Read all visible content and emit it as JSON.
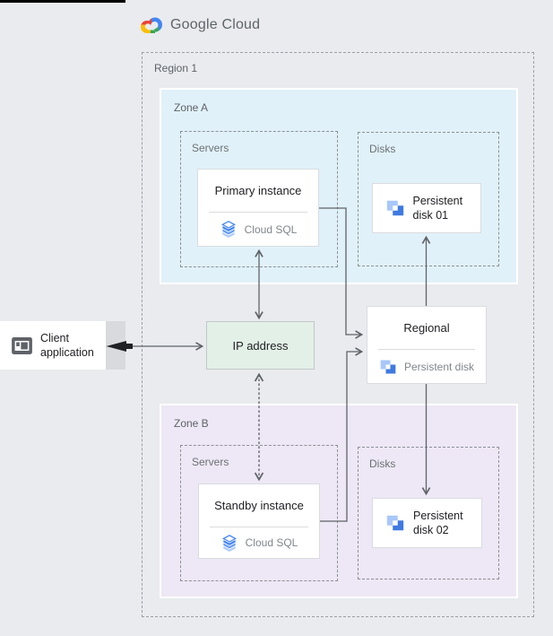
{
  "header": {
    "brand": "Google Cloud"
  },
  "region": {
    "label": "Region 1"
  },
  "zones": {
    "a": {
      "label": "Zone A",
      "servers_label": "Servers",
      "disks_label": "Disks"
    },
    "b": {
      "label": "Zone B",
      "servers_label": "Servers",
      "disks_label": "Disks"
    }
  },
  "nodes": {
    "client": {
      "label": "Client application"
    },
    "ip": {
      "label": "IP address"
    },
    "primary": {
      "title": "Primary instance",
      "product": "Cloud SQL"
    },
    "standby": {
      "title": "Standby instance",
      "product": "Cloud SQL"
    },
    "disk01": {
      "label": "Persistent disk 01"
    },
    "disk02": {
      "label": "Persistent disk 02"
    },
    "regional": {
      "title": "Regional",
      "subtitle": "Persistent disk"
    }
  },
  "icons": {
    "google_cloud": "google-cloud-logo",
    "cloud_sql": "cloud-sql-icon",
    "persistent_disk": "persistent-disk-icon",
    "client_app": "client-application-icon"
  },
  "colors": {
    "zone_a_bg": "#e1f1f9",
    "zone_b_bg": "#eee7f5",
    "ip_bg": "#e3f0e7",
    "arrow": "#5f6368",
    "disk_icon_light": "#a8c7fa",
    "disk_icon_dark": "#3f7ae0",
    "sql_icon_dark": "#4285f4",
    "sql_icon_mid": "#669df6",
    "sql_icon_light": "#aecbfa",
    "google_red": "#ea4335",
    "google_yellow": "#fbbc04",
    "google_blue": "#4285f4",
    "google_green": "#34a853"
  }
}
